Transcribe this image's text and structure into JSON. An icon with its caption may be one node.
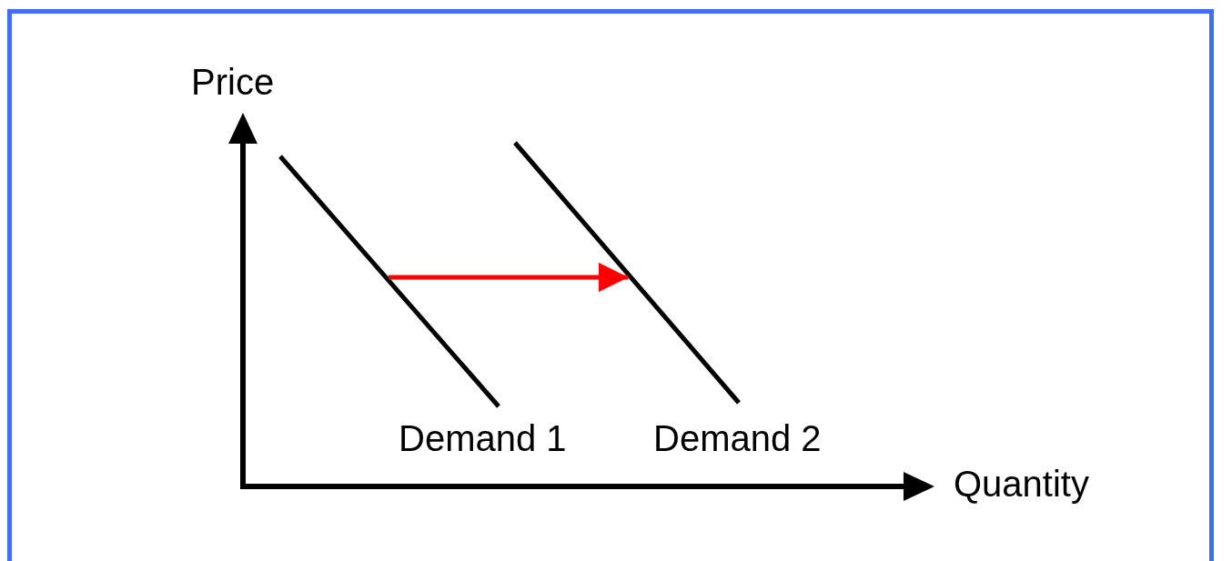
{
  "diagram": {
    "nodes": [
      {
        "text": [],
        "shape": "line",
        "beside": [
          "Demand 1"
        ]
      },
      {
        "text": [],
        "shape": "line",
        "beside": [
          "Demand 2"
        ]
      }
    ],
    "edges": [
      {
        "from": 0,
        "to": 1,
        "arrow": "to",
        "color": "#ff0000"
      }
    ],
    "labels": [
      "Price",
      "Quantity"
    ]
  }
}
